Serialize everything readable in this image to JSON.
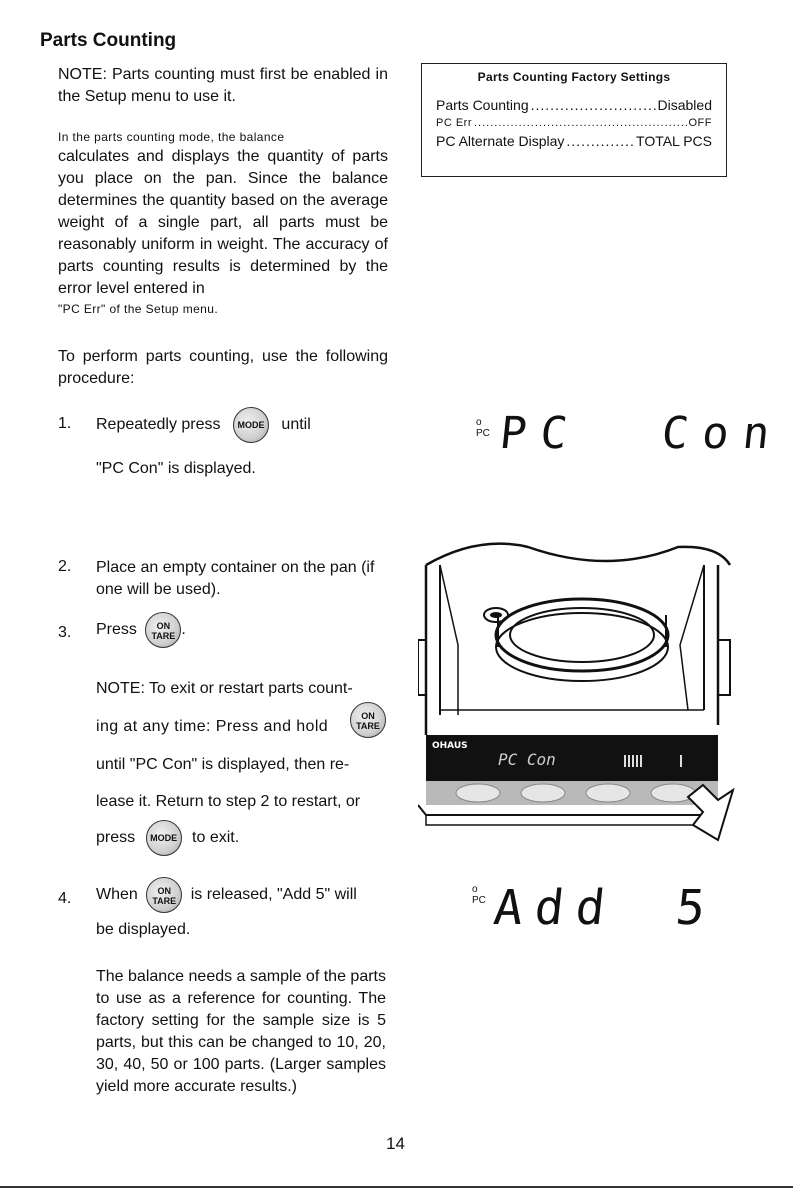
{
  "section_title": "Parts Counting",
  "note1": "NOTE: Parts counting must first be enabled in the Setup menu to use it.",
  "para_lead": "In the parts counting mode, the balance",
  "para_rest": "calculates and displays the quantity of parts you place on the pan. Since the balance determines the quantity based on the average weight of a single part, all parts must be reasonably uniform in weight. The accuracy of parts counting results is determined by the error level entered in",
  "para_tail": "\"PC Err\" of the Setup menu.",
  "procedure_intro": "To perform parts counting, use the following procedure:",
  "factory_box": {
    "title": "Parts Counting Factory Settings",
    "rows": [
      {
        "label": "Parts Counting",
        "value": "Disabled"
      },
      {
        "label": "PC Err",
        "value": "OFF"
      },
      {
        "label": "PC Alternate Display",
        "value": "TOTAL PCS"
      }
    ]
  },
  "steps": {
    "s1_num": "1.",
    "s1_pre": "Repeatedly press",
    "s1_post": "until",
    "s1_line2": "\"PC Con\" is displayed.",
    "s2_num": "2.",
    "s2_text": "Place an empty container on the pan (if one will be used).",
    "s3_num": "3.",
    "s3_pre": "Press",
    "note2_l1": "NOTE: To exit or restart parts count-",
    "note2_l2": "ing at any time: Press and hold",
    "note2_l3": "until \"PC Con\" is displayed, then re-",
    "note2_l4": "lease it. Return to step 2 to restart, or",
    "note2_l5_pre": "press",
    "note2_l5_post": "to exit.",
    "s4_num": "4.",
    "s4_pre": "When",
    "s4_post": "is released, \"Add 5\" will",
    "s4_line2": "be displayed.",
    "sample_para": "The balance needs a sample of the parts to use as a reference for counting. The factory setting for the sample size is 5 parts, but this can be changed to 10, 20, 30, 40, 50 or 100 parts. (Larger samples yield more accurate results.)"
  },
  "buttons": {
    "mode": "MODE",
    "on": "ON",
    "tare": "TARE"
  },
  "displays": {
    "d1_small_o": "o",
    "d1_small_pc": "PC",
    "d1_text": "PC  Con",
    "d2_small_o": "o",
    "d2_small_pc": "PC",
    "d2_text": "Add",
    "d2_num": "5"
  },
  "balance": {
    "brand": "OHAUS",
    "lcd": "PC  Con"
  },
  "page_number": "14"
}
